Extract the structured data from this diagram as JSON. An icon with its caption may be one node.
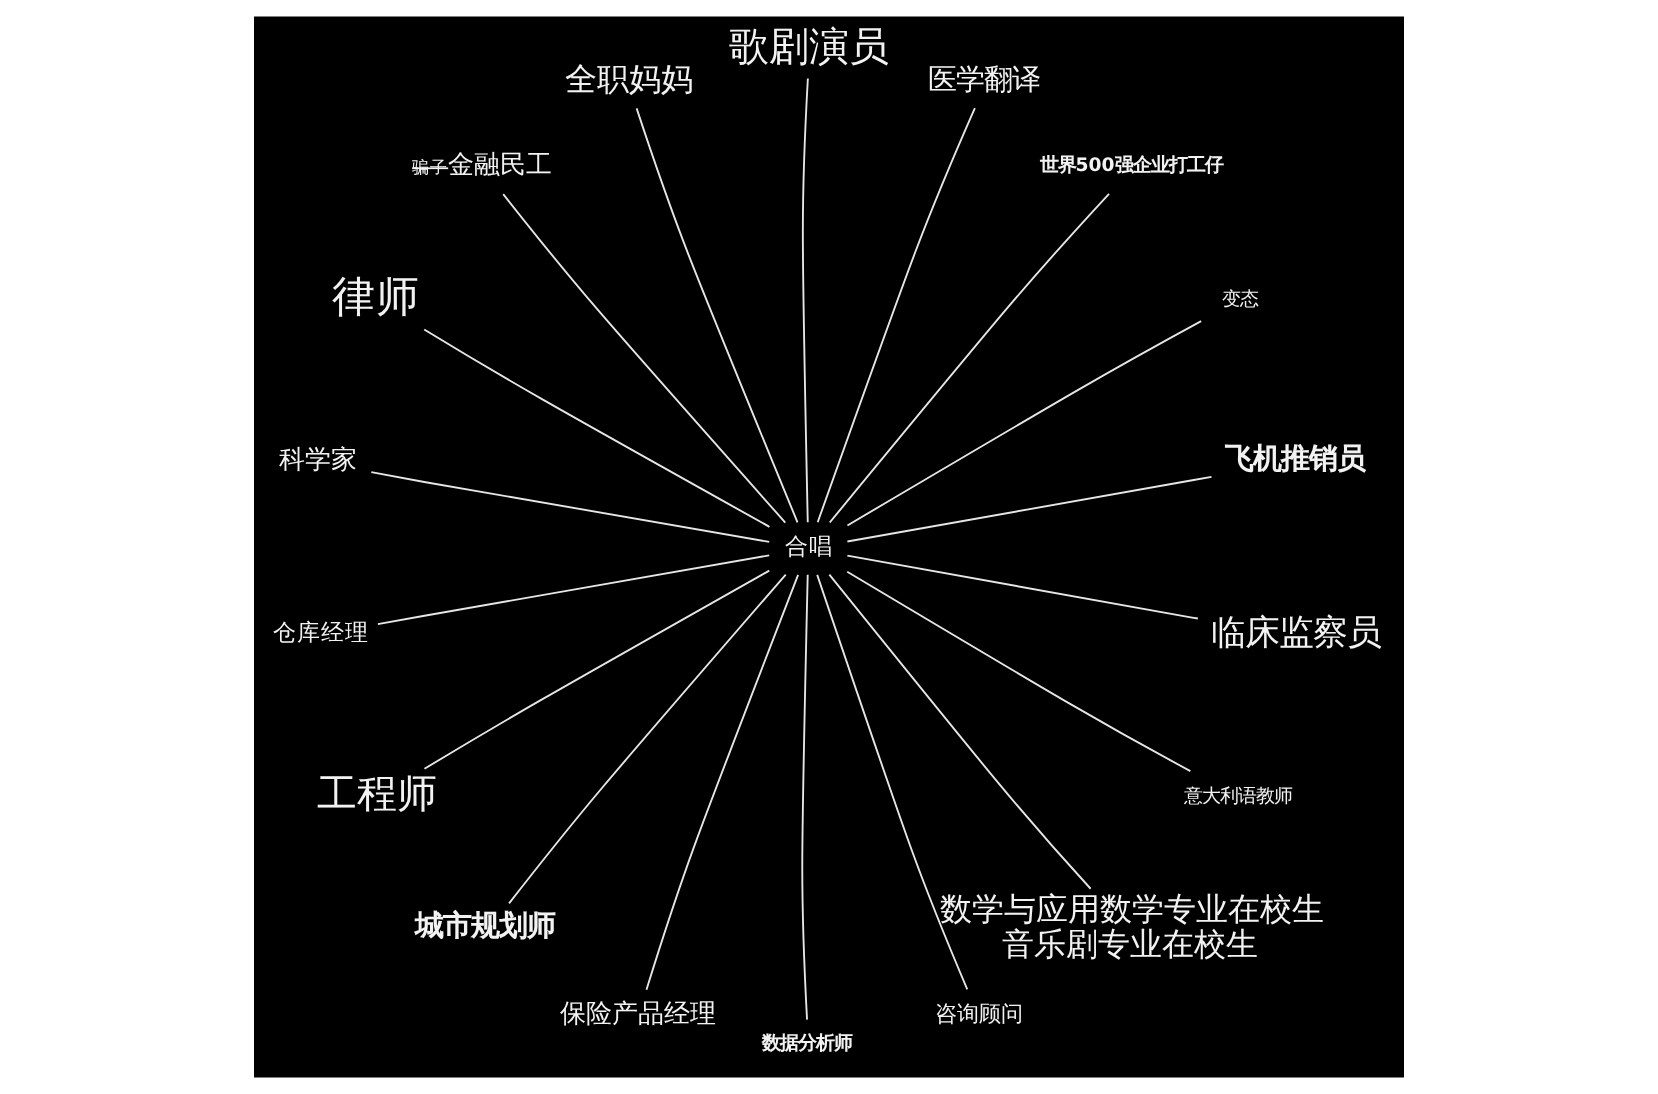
{
  "diagram": {
    "nodes": [
      {
        "text": [
          "合唱"
        ]
      },
      {
        "text": [
          "歌剧演员"
        ]
      },
      {
        "text": [
          "全职妈妈"
        ]
      },
      {
        "text": [
          "医学翻译"
        ]
      },
      {
        "text": [
          "骗子",
          "金融民工"
        ]
      },
      {
        "text": [
          "世界500强企业打工仔"
        ]
      },
      {
        "text": [
          "律师"
        ]
      },
      {
        "text": [
          "变态"
        ]
      },
      {
        "text": [
          "飞机推销员"
        ]
      },
      {
        "text": [
          "科学家"
        ]
      },
      {
        "text": [
          "临床监察员"
        ]
      },
      {
        "text": [
          "仓库经理"
        ]
      },
      {
        "text": [
          "工程师"
        ]
      },
      {
        "text": [
          "城市规划师"
        ]
      },
      {
        "text": [
          "意大利语教师"
        ]
      },
      {
        "text": [
          "咨询顾问"
        ]
      },
      {
        "text": [
          "数据分析师"
        ]
      },
      {
        "text": [
          "保险产品经理"
        ]
      },
      {
        "text": [
          "数学与应用数学专业在校生",
          "音乐剧专业在校生"
        ]
      }
    ],
    "edges": [
      {
        "from": 0,
        "to": 1,
        "arrow": "none"
      },
      {
        "from": 0,
        "to": 3,
        "arrow": "none"
      },
      {
        "from": 0,
        "to": 5,
        "arrow": "none"
      },
      {
        "from": 0,
        "to": 7,
        "arrow": "none"
      },
      {
        "from": 0,
        "to": 8,
        "arrow": "none"
      },
      {
        "from": 0,
        "to": 10,
        "arrow": "none"
      },
      {
        "from": 0,
        "to": 14,
        "arrow": "none"
      },
      {
        "from": 0,
        "to": 18,
        "arrow": "none"
      },
      {
        "from": 0,
        "to": 15,
        "arrow": "none"
      },
      {
        "from": 0,
        "to": 16,
        "arrow": "none"
      },
      {
        "from": 0,
        "to": 17,
        "arrow": "none"
      },
      {
        "from": 0,
        "to": 13,
        "arrow": "none"
      },
      {
        "from": 0,
        "to": 12,
        "arrow": "none"
      },
      {
        "from": 0,
        "to": 11,
        "arrow": "none"
      },
      {
        "from": 0,
        "to": 9,
        "arrow": "none"
      },
      {
        "from": 0,
        "to": 6,
        "arrow": "none"
      },
      {
        "from": 0,
        "to": 4,
        "arrow": "none"
      },
      {
        "from": 0,
        "to": 2,
        "arrow": "none"
      }
    ]
  }
}
